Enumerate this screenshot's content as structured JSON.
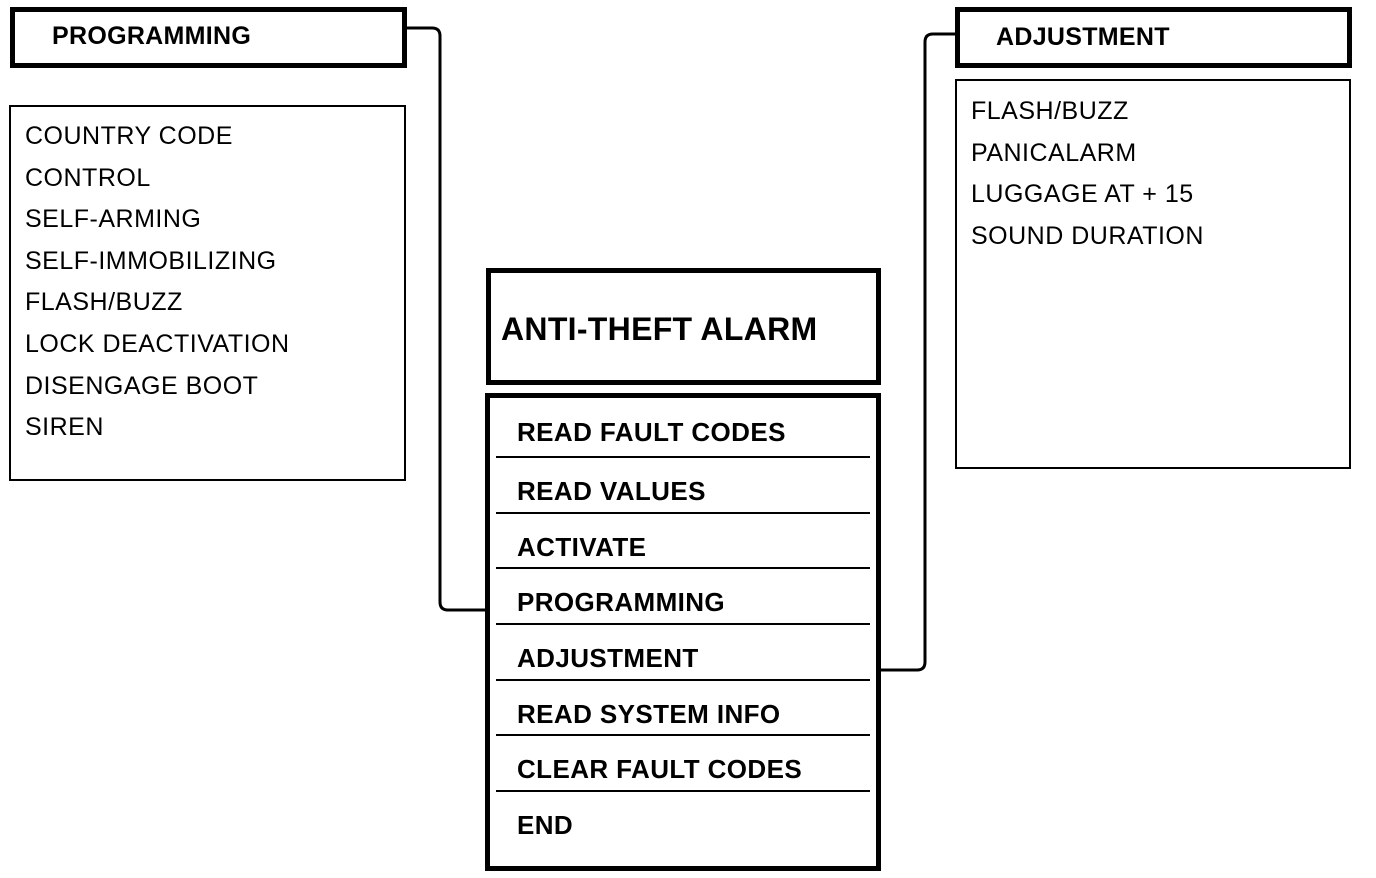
{
  "programming": {
    "title": "PROGRAMMING",
    "items": [
      {
        "label": "COUNTRY CODE"
      },
      {
        "label": "CONTROL"
      },
      {
        "label": "SELF-ARMING"
      },
      {
        "label": "SELF-IMMOBILIZING"
      },
      {
        "label": "FLASH/BUZZ"
      },
      {
        "label": "LOCK DEACTIVATION"
      },
      {
        "label": "DISENGAGE BOOT"
      },
      {
        "label": "SIREN"
      }
    ]
  },
  "adjustment": {
    "title": "ADJUSTMENT",
    "items": [
      {
        "label": "FLASH/BUZZ"
      },
      {
        "label": "PANICALARM"
      },
      {
        "label": "LUGGAGE AT + 15"
      },
      {
        "label": "SOUND DURATION"
      }
    ]
  },
  "main": {
    "title": "ANTI-THEFT ALARM",
    "menu": [
      {
        "label": "READ FAULT CODES"
      },
      {
        "label": "READ VALUES"
      },
      {
        "label": "ACTIVATE"
      },
      {
        "label": "PROGRAMMING"
      },
      {
        "label": "ADJUSTMENT"
      },
      {
        "label": "READ SYSTEM INFO"
      },
      {
        "label": "CLEAR FAULT CODES"
      },
      {
        "label": "END"
      }
    ]
  }
}
